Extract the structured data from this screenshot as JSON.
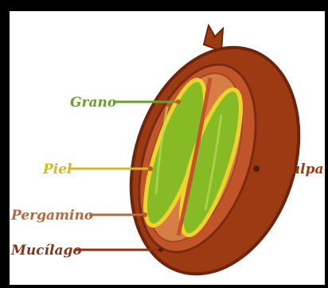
{
  "labels": {
    "grano": "Grano",
    "piel": "Piel",
    "pergamino": "Pergamino",
    "mucilago": "Mucílago",
    "pulpa": "Pulpa"
  },
  "colors": {
    "background": "#ffffff",
    "frame": "#000000",
    "pulpa": "#9c3a14",
    "pulpa_dark": "#6e240c",
    "mucilago": "#c2542a",
    "pergamino": "#d97d47",
    "piel": "#f2d22e",
    "grano": "#86bb26",
    "grano_label": "#6a9f2b",
    "piel_label": "#d7b91e",
    "pergamino_label": "#b8683d",
    "mucilago_label": "#8a3318",
    "pulpa_label": "#9c3a14"
  },
  "icons": [
    "coffee-cherry-cross-section"
  ]
}
